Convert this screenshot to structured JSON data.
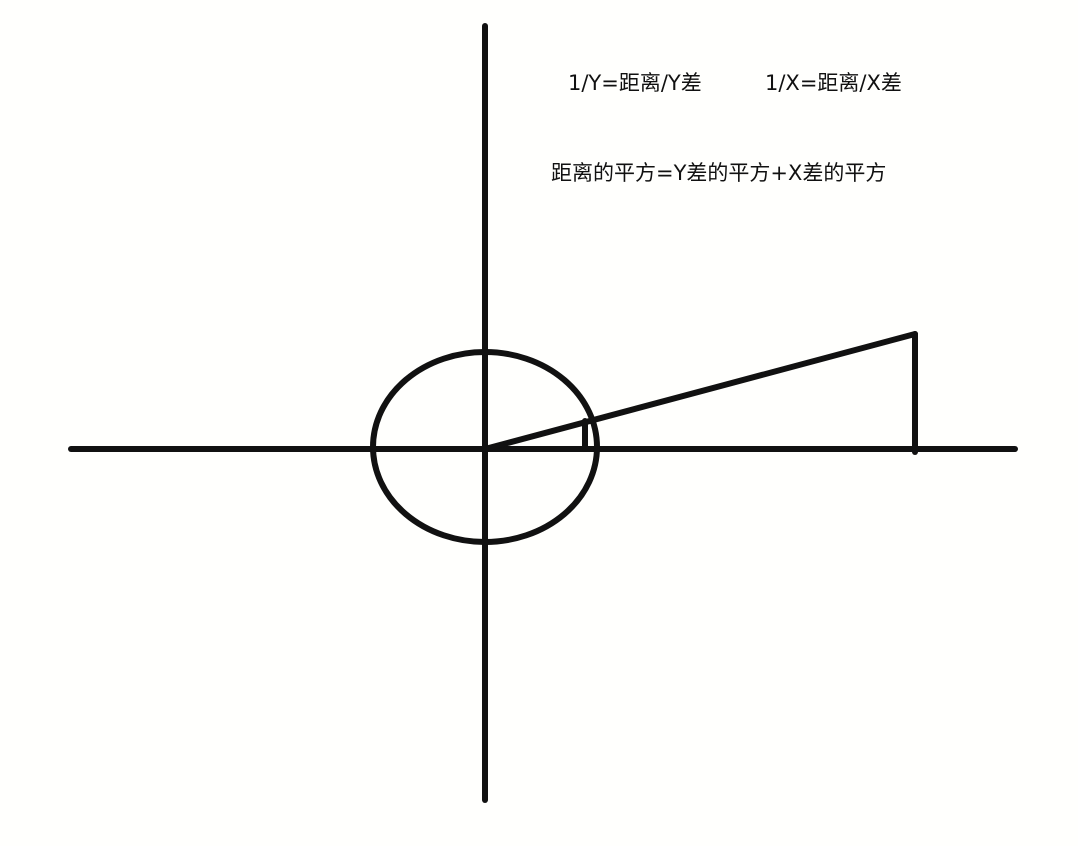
{
  "annotations": {
    "ratio_y": "1/Y=距离/Y差",
    "ratio_x": "1/X=距离/X差",
    "pythagoras": "距离的平方=Y差的平方+X差的平方"
  },
  "colors": {
    "background": "#fffffd",
    "stroke": "#111111"
  }
}
